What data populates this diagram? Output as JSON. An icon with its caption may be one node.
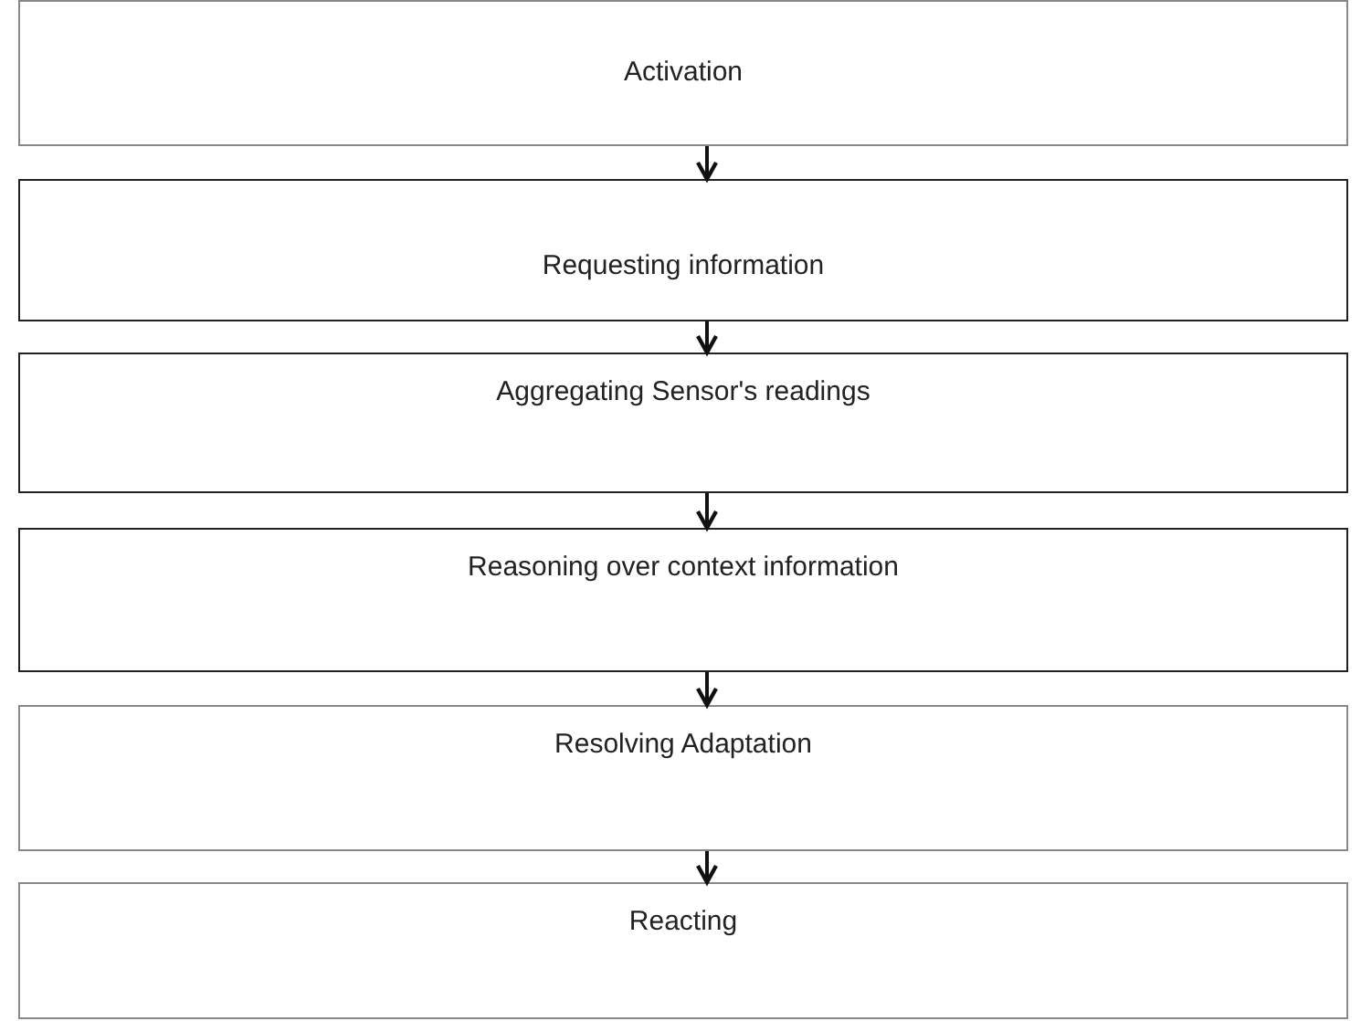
{
  "diagram": {
    "nodes": [
      {
        "text": [
          "Activation"
        ]
      },
      {
        "text": [
          "Requesting information"
        ]
      },
      {
        "text": [
          "Aggregating Sensor's readings"
        ]
      },
      {
        "text": [
          "Reasoning over context information"
        ]
      },
      {
        "text": [
          "Resolving Adaptation"
        ]
      },
      {
        "text": [
          "Reacting"
        ]
      }
    ],
    "edges": [
      {
        "from": 0,
        "to": 1,
        "arrow": "to"
      },
      {
        "from": 1,
        "to": 2,
        "arrow": "to"
      },
      {
        "from": 2,
        "to": 3,
        "arrow": "to"
      },
      {
        "from": 3,
        "to": 4,
        "arrow": "to"
      },
      {
        "from": 4,
        "to": 5,
        "arrow": "to"
      }
    ]
  }
}
